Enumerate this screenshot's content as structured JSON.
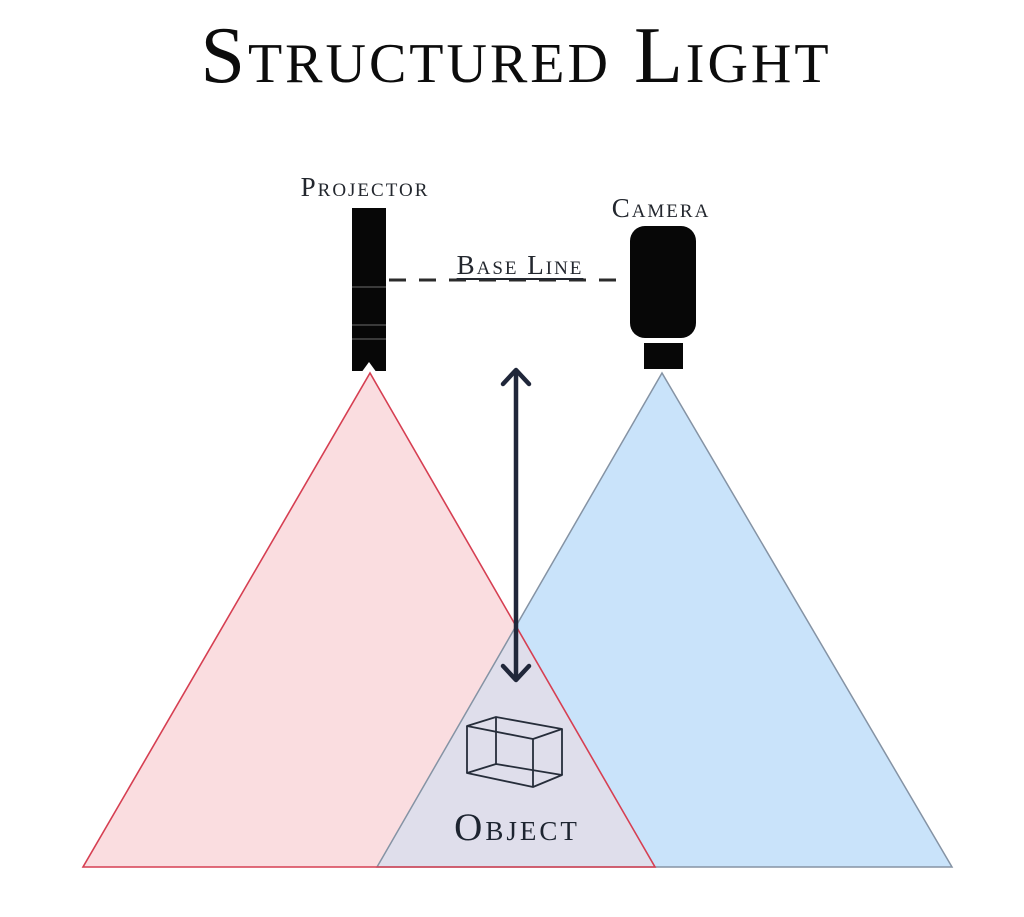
{
  "title": "Structured Light",
  "diagram": {
    "projector_label": "Projector",
    "camera_label": "Camera",
    "baseline_label": "Base Line",
    "object_label": "Object"
  },
  "colors": {
    "background": "#ffffff",
    "title_text": "#0c0c0c",
    "label_text": "#23272e",
    "projector_cone_fill": "#fadde0",
    "projector_cone_stroke": "#d63f52",
    "camera_cone_fill": "#c9e3fa",
    "camera_cone_stroke": "#8593a4",
    "overlap_fill": "#dfdeeb",
    "device_black": "#070707",
    "device_seam_gray": "#6e6e6e",
    "dashed_line": "#2b2b2b",
    "arrow_line": "#20273a",
    "wireframe_line": "#262d3a"
  },
  "icons": [
    "projector-icon",
    "camera-icon",
    "baseline-dashed-line-icon",
    "distance-arrow-icon",
    "object-wireframe-box-icon"
  ]
}
